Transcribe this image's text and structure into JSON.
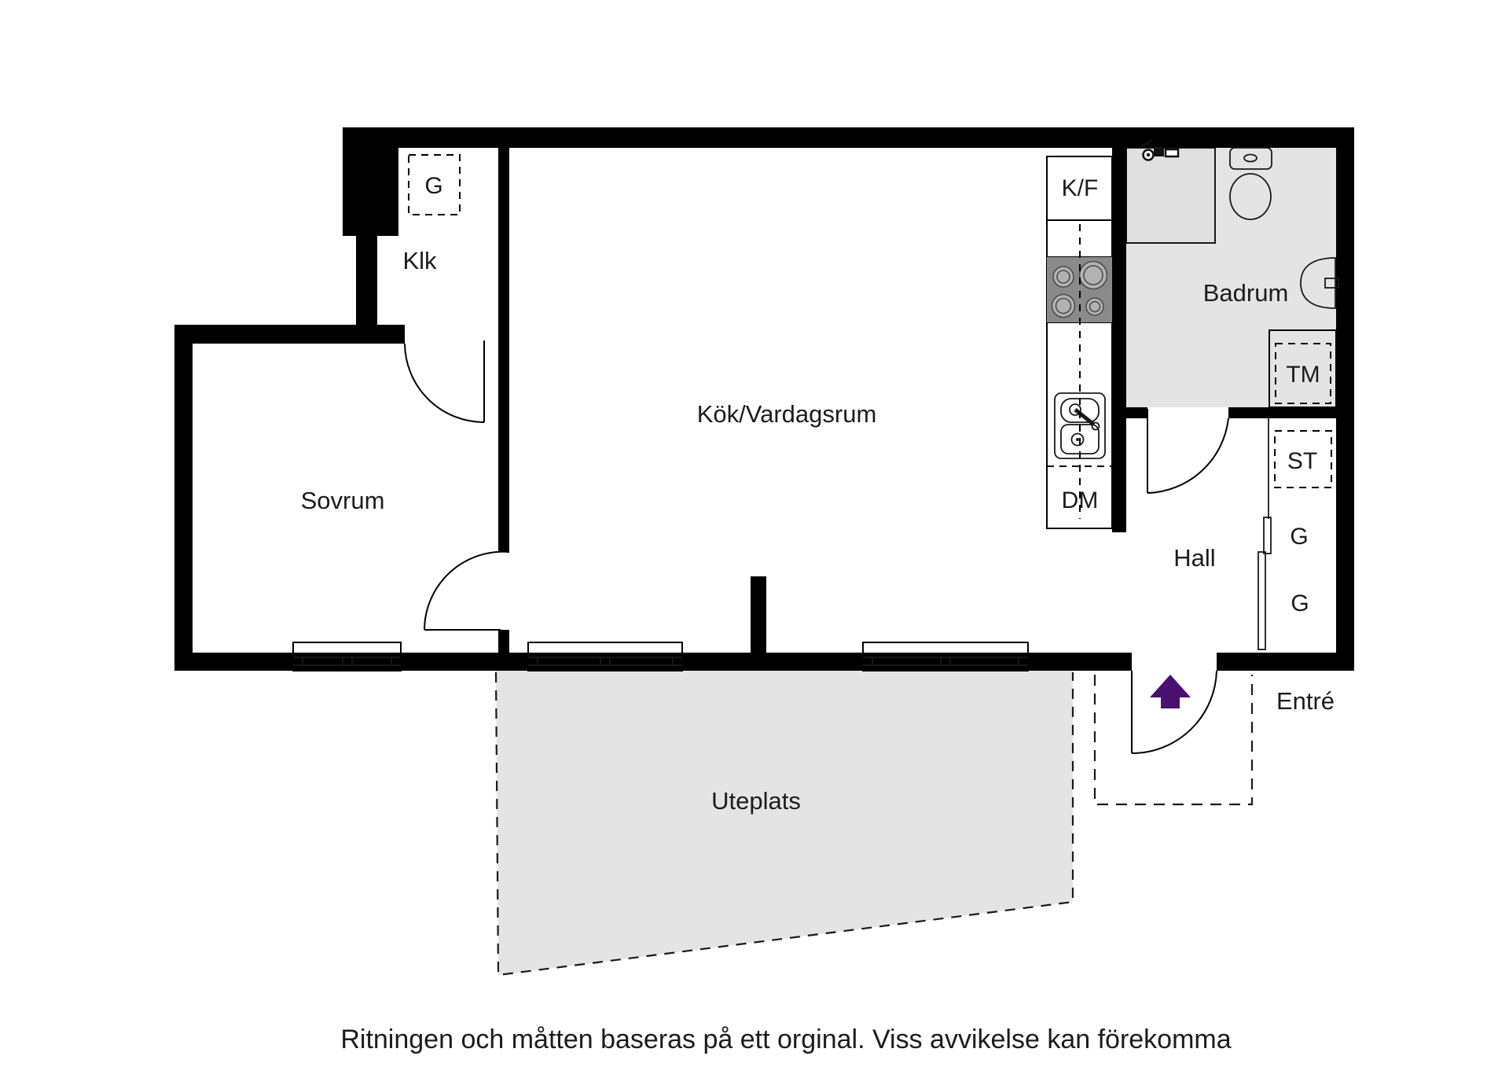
{
  "labels": {
    "sovrum": "Sovrum",
    "klk": "Klk",
    "kok_vardagsrum": "Kök/Vardagsrum",
    "badrum": "Badrum",
    "hall": "Hall",
    "entre": "Entré",
    "uteplats": "Uteplats",
    "kf": "K/F",
    "dm": "DM",
    "tm": "TM",
    "st": "ST",
    "g_klk": "G",
    "g_hall_upper": "G",
    "g_hall_lower": "G"
  },
  "caption": "Ritningen och måtten baseras på ett orginal. Viss avvikelse kan förekomma",
  "colors": {
    "wall": "#000000",
    "area_fill": "#e4e4e4",
    "shower_fill": "#e0e0e0",
    "stove_fill": "#8a8a8a",
    "burner_fill": "#b2b2b2",
    "arrow": "#4a1070",
    "text": "#1c1c1c"
  }
}
